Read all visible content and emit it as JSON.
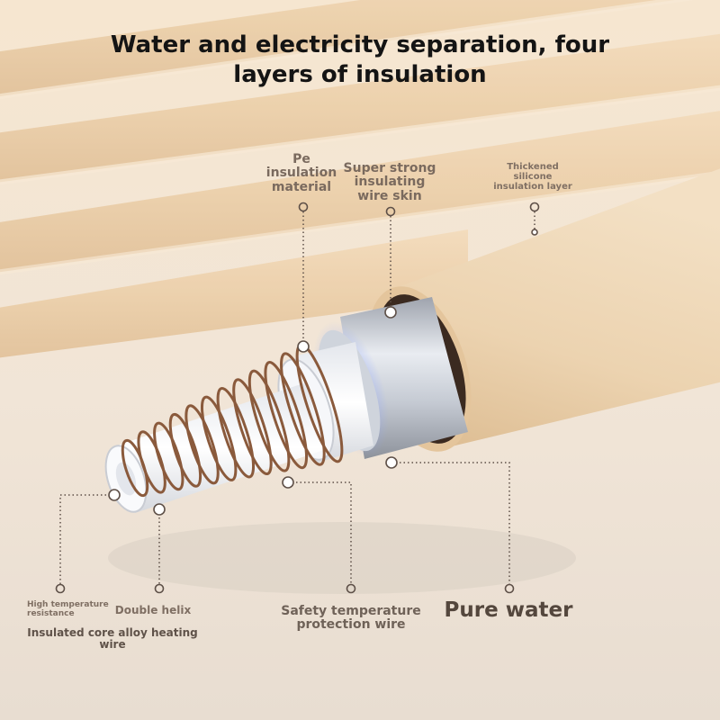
{
  "title": "Water and electricity separation, four layers of insulation",
  "labels": {
    "pe": "Pe insulation material",
    "super_strong": "Super strong insulating wire skin",
    "thickened": "Thickened silicone insulation layer",
    "high_temp": "High temperature resistance",
    "double_helix": "Double helix",
    "core_wire": "Insulated core alloy heating wire",
    "safety_wire": "Safety temperature protection wire",
    "pure_water": "Pure water"
  },
  "colors": {
    "background": "#efe4d6",
    "tube": "#ead1ae",
    "callout": "#5e5048"
  }
}
